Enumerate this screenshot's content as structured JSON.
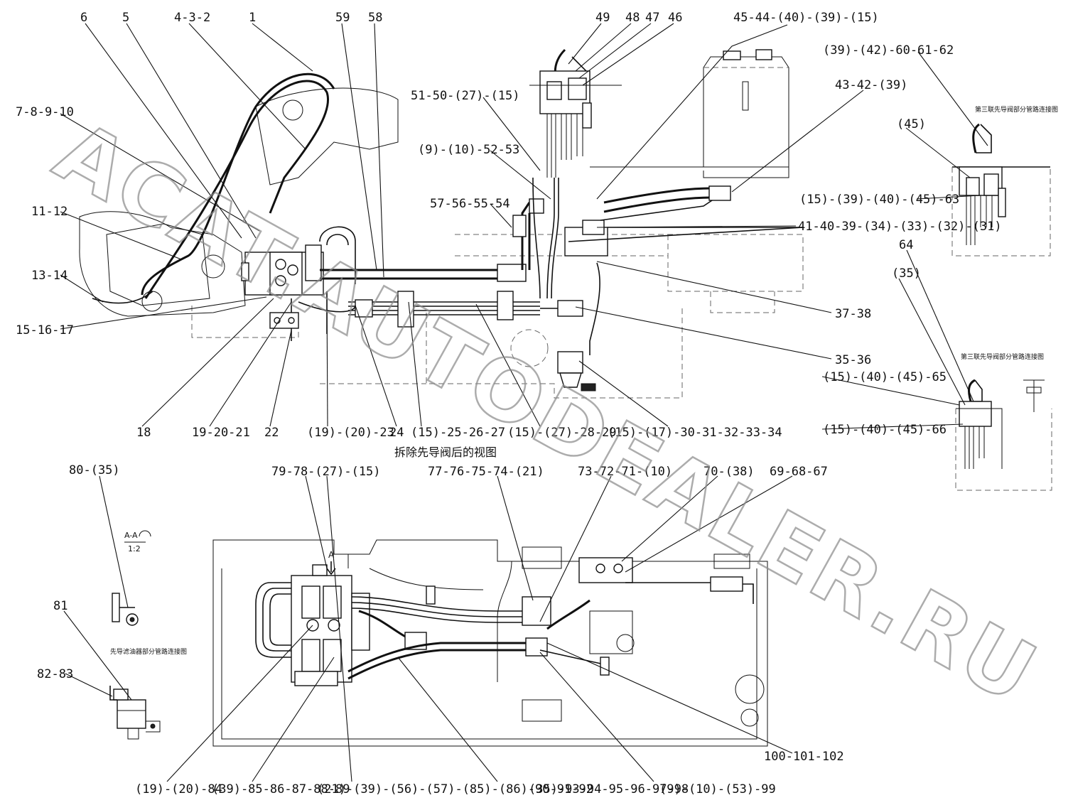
{
  "watermark": "ACAT.AUTODEALER.RU",
  "captions": {
    "top_view": "拆除先导阀后的视图",
    "section_mark": "A-A",
    "scale": "1:2",
    "view_mark": "A",
    "note_third_a": "第三联先导阀部分管路连接图",
    "note_third_b": "第三联先导阀部分管路连接图",
    "note_pilot": "先导滤油器部分管路连接图"
  },
  "labels": {
    "l6": "6",
    "l5": "5",
    "l432": "4-3-2",
    "l1": "1",
    "l59": "59",
    "l58": "58",
    "l49": "49",
    "l48": "48",
    "l47": "47",
    "l46": "46",
    "l4544": "45-44-(40)-(39)-(15)",
    "l39426062": "(39)-(42)-60-61-62",
    "l78910": "7-8-9-10",
    "l515027": "51-50-(27)-(15)",
    "l434239": "43-42-(39)",
    "l45": "(45)",
    "l9105253": "(9)-(10)-52-53",
    "l1539404563": "(15)-(39)-(40)-(45)-63",
    "l1112": "11-12",
    "l57565554": "57-56-55-54",
    "l414039": "41-40-39-(34)-(33)-(32)-(31)",
    "l64": "64",
    "l1314": "13-14",
    "l35": "(35)",
    "l3738": "37-38",
    "l151617": "15-16-17",
    "l3536": "35-36",
    "l15404565": "(15)-(40)-(45)-65",
    "l15404566": "(15)-(40)-(45)-66",
    "l18": "18",
    "l192021": "19-20-21",
    "l22": "22",
    "l192023": "(19)-(20)-23",
    "l24": "24",
    "l15252627": "(15)-25-26-27",
    "l15272829": "(15)-(27)-28-29",
    "l151730": "(15)-(17)-30-31-32-33-34",
    "l8035": "80-(35)",
    "l79782715": "79-78-(27)-(15)",
    "l7776757421": "77-76-75-74-(21)",
    "l73727110": "73-72-71-(10)",
    "l7038": "70-(38)",
    "l696867": "69-68-67",
    "l81": "81",
    "l8283": "82-83",
    "l100": "100-101-102",
    "l192084": "(19)-(20)-84",
    "l3985": "(39)-85-86-87-88-89",
    "l2139": "(21)-(39)-(56)-(57)-(85)-(86)-90-91-92",
    "l3593": "(35)-93-94-95-96-97-98",
    "l910": "(9)-(10)-(53)-99"
  }
}
